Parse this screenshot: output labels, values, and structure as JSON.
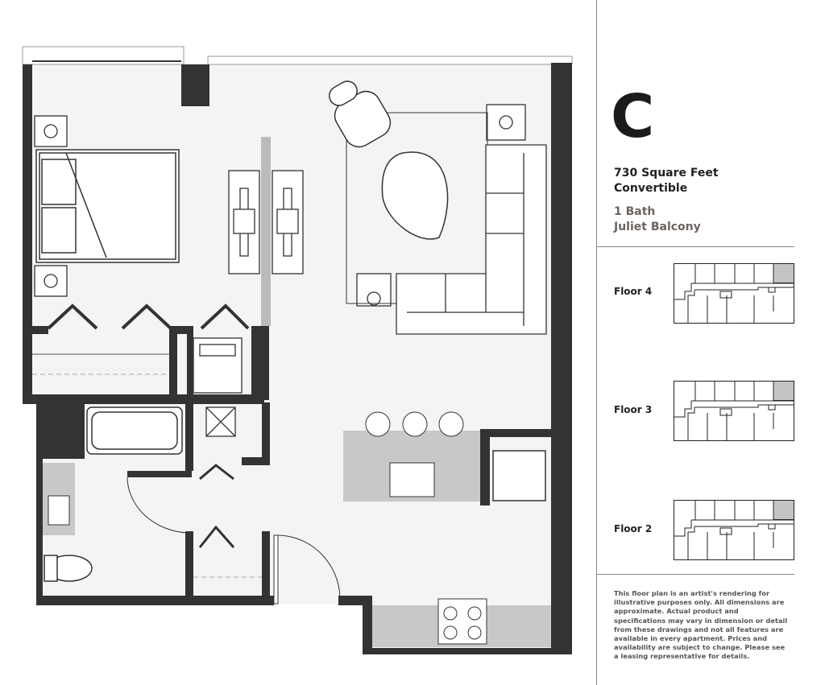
{
  "unit": {
    "letter": "C",
    "square_feet": "730 Square Feet",
    "type": "Convertible",
    "bath": "1 Bath",
    "balcony": "Juliet Balcony"
  },
  "floors": [
    {
      "label": "Floor 4",
      "highlighted_unit": "top-right"
    },
    {
      "label": "Floor 3",
      "highlighted_unit": "top-right"
    },
    {
      "label": "Floor 2",
      "highlighted_unit": "top-right"
    }
  ],
  "disclaimer": "This floor plan is an artist's rendering for illustrative purposes only. All dimensions are approximate. Actual product and specifications may vary in dimension or detail from these drawings and not all features are available in every apartment. Prices and availability are subject to change. Please see a leasing representative for details.",
  "colors": {
    "wall": "#333333",
    "floor": "#f3f3f3",
    "counter": "#c8c8c8",
    "highlight": "#c4c4c4",
    "muted_text": "#6b6460"
  }
}
